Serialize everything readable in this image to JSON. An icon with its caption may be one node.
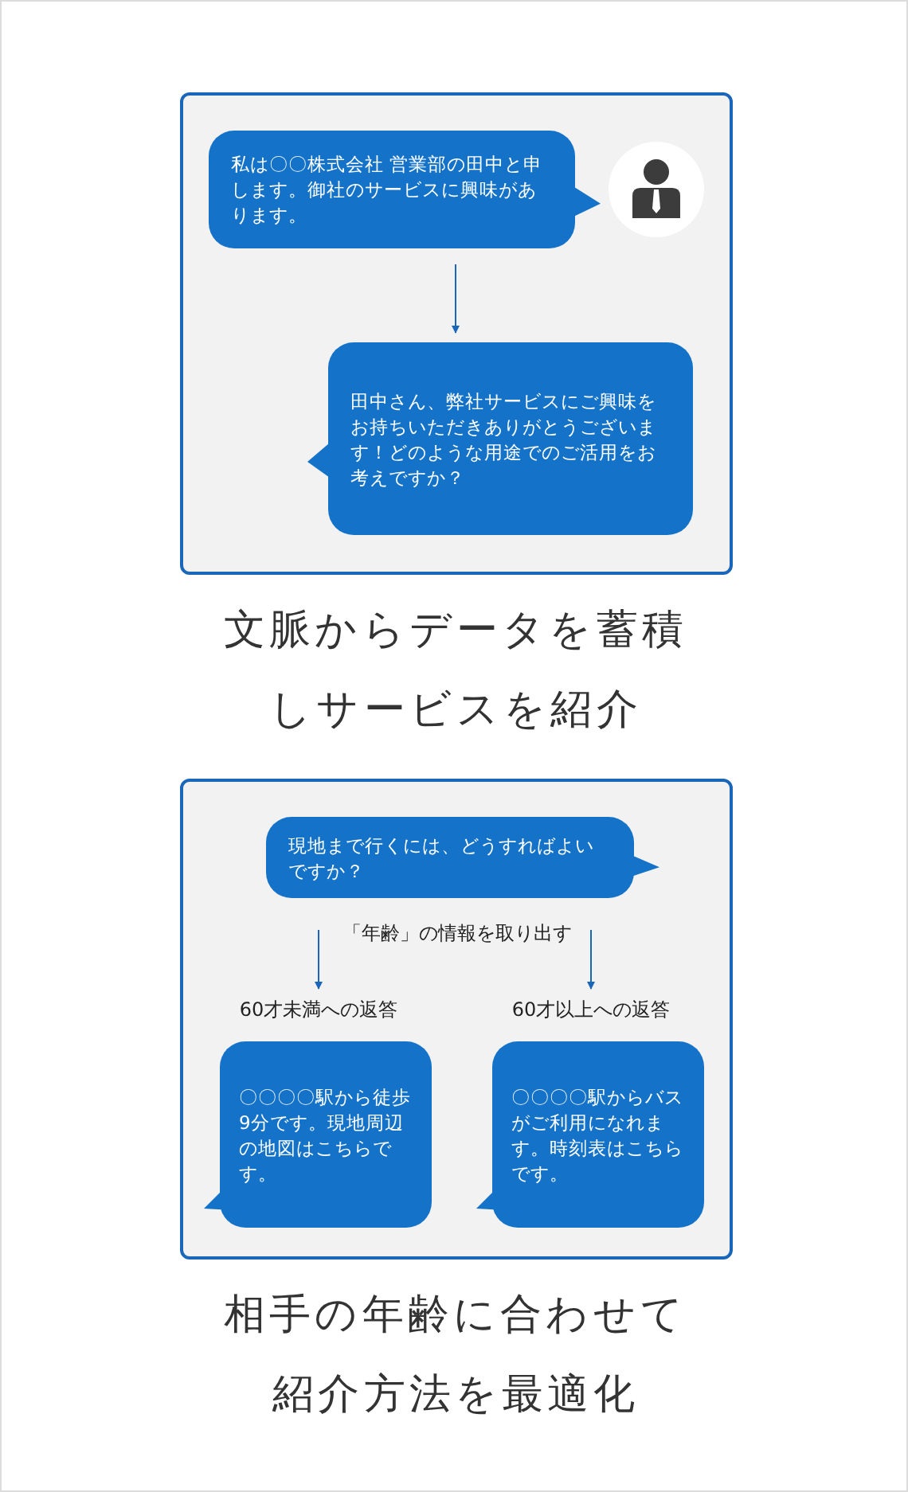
{
  "diagram": {
    "nodes": [
      {
        "text": [],
        "shape": "box"
      },
      {
        "text": [
          "私は〇〇株式会社 営業部の田中と申します。御社のサービスに興味があります。"
        ],
        "in": 0
      },
      {
        "text": [
          "田中さん、弊社サービスにご興味をお持ちいただきありがとうございます！どのような用途でのご活用をお考えですか？"
        ],
        "in": 0
      },
      {
        "text": [],
        "shape": "box"
      },
      {
        "text": [
          "現地まで行くには、どうすればよいですか？"
        ],
        "in": 3
      },
      {
        "text": [
          "60才未満への返答"
        ],
        "in": 3
      },
      {
        "text": [
          "〇〇〇〇駅から徒歩9分です。現地周辺の地図はこちらです。"
        ],
        "in": 3
      },
      {
        "text": [
          "60才以上への返答"
        ],
        "in": 3
      },
      {
        "text": [
          "〇〇〇〇駅からバスがご利用になれます。時刻表はこちらです。"
        ],
        "in": 3
      }
    ],
    "edges": [
      {
        "from": 1,
        "to": 2,
        "arrow": "to"
      },
      {
        "from": null,
        "to": 5,
        "arrow": "to"
      },
      {
        "from": null,
        "to": 7,
        "arrow": "to"
      }
    ],
    "labels": [
      "文脈からデータを蓄積しサービスを紹介",
      "「年齢」の情報を取り出す",
      "相手の年齢に合わせて紹介方法を最適化"
    ]
  }
}
